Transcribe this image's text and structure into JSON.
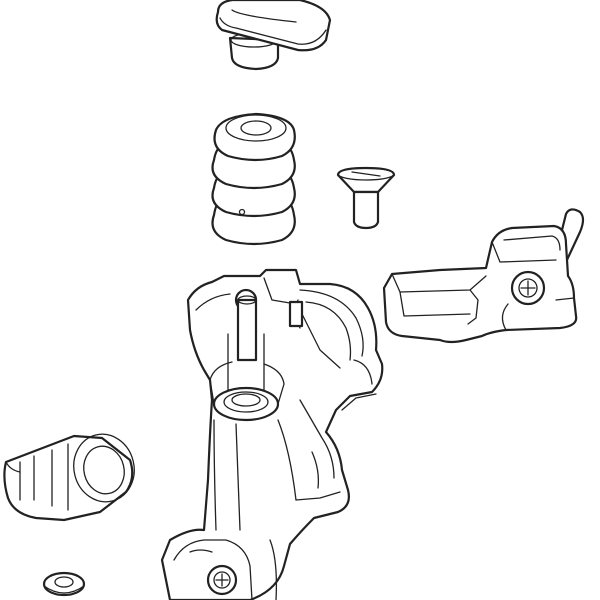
{
  "diagram": {
    "type": "exploded-view line drawing",
    "colors": {
      "background": "#ffffff",
      "line": "#222222"
    },
    "parts": [
      {
        "id": "reach-adjust-knob"
      },
      {
        "id": "bladder-spring"
      },
      {
        "id": "countersunk-screw"
      },
      {
        "id": "lever-blade"
      },
      {
        "id": "lever-body"
      },
      {
        "id": "hose-barb-cap"
      },
      {
        "id": "washer"
      }
    ]
  }
}
